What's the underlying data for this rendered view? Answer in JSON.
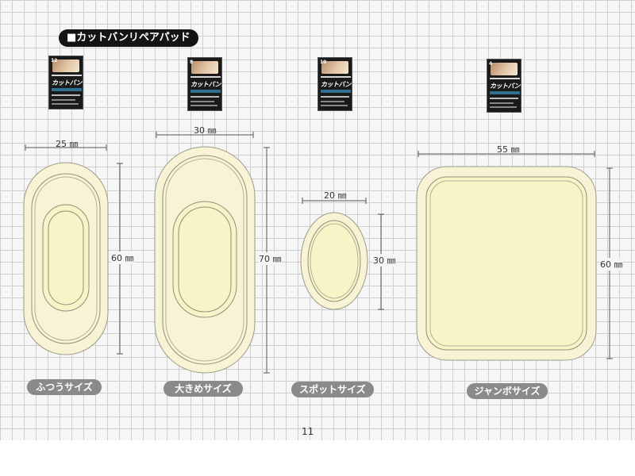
{
  "section_title": "■カットバンリペアパッド",
  "package_brand": "カットバン",
  "package_counts": [
    "12",
    "8",
    "10",
    "4"
  ],
  "sizes": [
    {
      "name": "ふつうサイズ",
      "width_label": "25 ㎜",
      "height_label": "60 ㎜"
    },
    {
      "name": "大きめサイズ",
      "width_label": "30 ㎜",
      "height_label": "70 ㎜"
    },
    {
      "name": "スポットサイズ",
      "width_label": "20 ㎜",
      "height_label": "30 ㎜"
    },
    {
      "name": "ジャンボサイズ",
      "width_label": "55 ㎜",
      "height_label": "60 ㎜"
    }
  ],
  "page_number": "11",
  "colors": {
    "pad_outer": "#f7f3d4",
    "pad_inner": "#f8f4c8",
    "pad_outline": "#8f8f7a",
    "pill": "#8a8a8a",
    "banner": "#141414"
  }
}
